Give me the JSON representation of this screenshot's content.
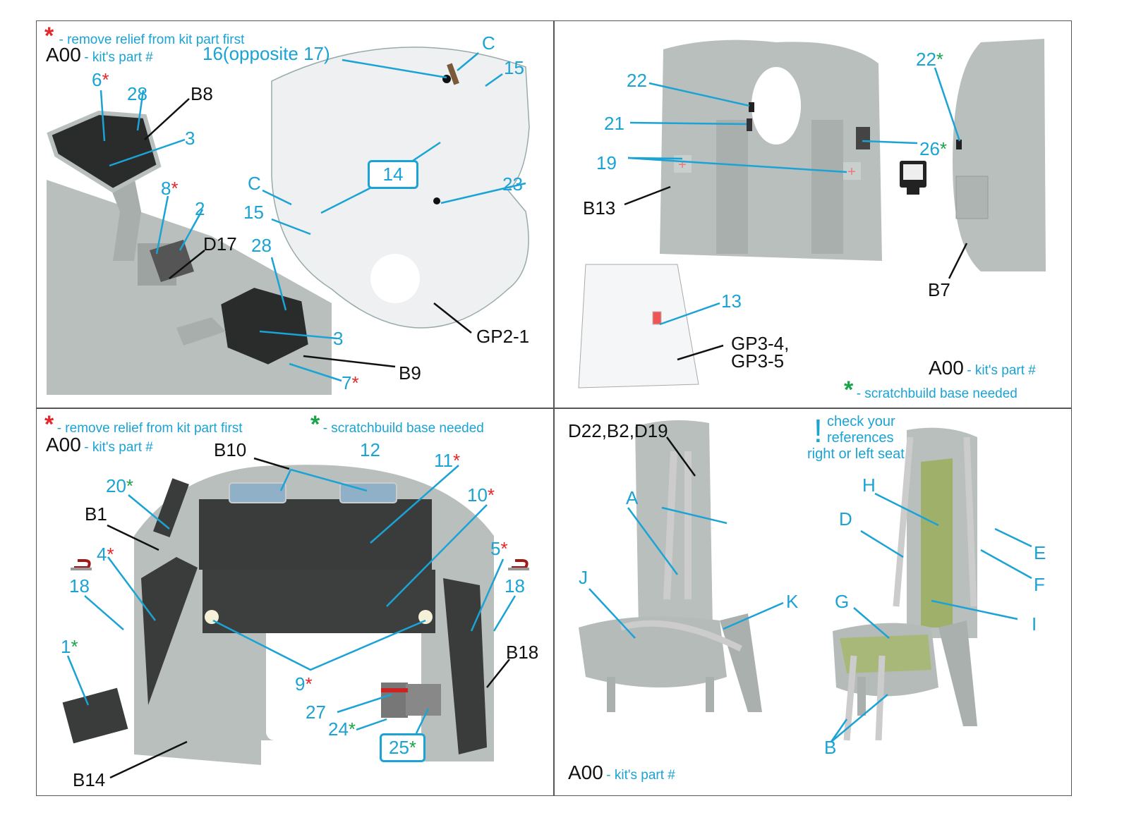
{
  "legend": {
    "red_star": "*",
    "remove_relief": "- remove relief from kit part first",
    "green_star": "*",
    "scratchbuild": "- scratchbuild base needed",
    "kit_code": "A00",
    "kit_part": "- kit's part #"
  },
  "panel1": {
    "callouts_blue": [
      "16(opposite 17)",
      "C",
      "15",
      "6",
      "28",
      "3",
      "8",
      "2",
      "C",
      "15",
      "14",
      "23",
      "28",
      "3",
      "7"
    ],
    "callouts_black": [
      "B8",
      "D17",
      "GP2-1",
      "B9"
    ],
    "label_6": "6",
    "label_28a": "28",
    "label_3a": "3",
    "label_8": "8",
    "label_2": "2",
    "label_28b": "28",
    "label_3b": "3",
    "label_7": "7",
    "label_16": "16(opposite 17)",
    "label_c_top": "C",
    "label_15_top": "15",
    "label_c_left": "C",
    "label_15_left": "15",
    "label_14": "14",
    "label_23": "23",
    "label_b8": "B8",
    "label_d17": "D17",
    "label_gp2_1": "GP2-1",
    "label_b9": "B9"
  },
  "panel2": {
    "label_22": "22",
    "label_21": "21",
    "label_19": "19",
    "label_26": "26",
    "label_22s": "22",
    "label_13": "13",
    "label_b13": "B13",
    "label_b7": "B7",
    "label_gp3_4": "GP3-4,",
    "label_gp3_5": "GP3-5"
  },
  "panel3": {
    "label_b10": "B10",
    "label_12": "12",
    "label_11": "11",
    "label_10": "10",
    "label_20": "20",
    "label_b1": "B1",
    "label_4": "4",
    "label_18_left": "18",
    "label_5": "5",
    "label_18_right": "18",
    "label_1": "1",
    "label_9": "9",
    "label_b18": "B18",
    "label_27": "27",
    "label_24": "24",
    "label_25": "25",
    "label_b14": "B14"
  },
  "panel4": {
    "label_parts": "D22,B2,D19",
    "note_mark": "!",
    "note_line1": "check your",
    "note_line2": "references",
    "note_line3": "right or left seat",
    "label_a": "A",
    "label_j": "J",
    "label_k": "K",
    "label_h": "H",
    "label_d": "D",
    "label_e": "E",
    "label_f": "F",
    "label_g": "G",
    "label_i": "I",
    "label_b": "B"
  },
  "colors": {
    "callout_blue": "#1aa3d4",
    "red_star": "#e5262a",
    "green_star": "#1aa34a",
    "resin_grey": "#b9bfbd",
    "seat_green": "#9fb06a"
  }
}
